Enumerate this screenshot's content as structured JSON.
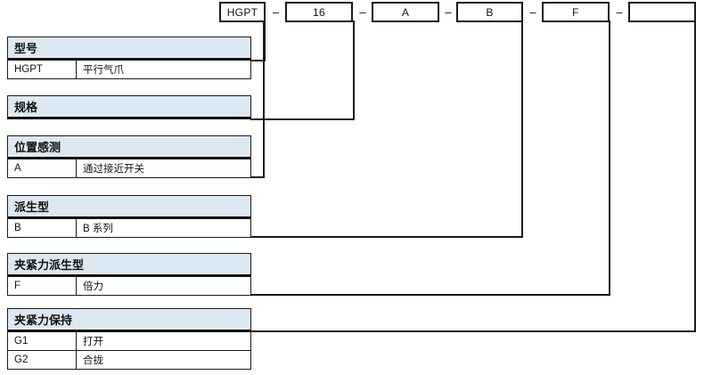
{
  "diagram": {
    "title": "HGPT model number configuration chart",
    "accent_header_color": "#dce9f2",
    "line_color": "#1a1a1a",
    "separator": "–"
  },
  "code_string": {
    "segments": [
      {
        "name": "model",
        "value": "HGPT"
      },
      {
        "name": "size",
        "value": "16"
      },
      {
        "name": "position-sensing",
        "value": "A"
      },
      {
        "name": "derivative",
        "value": "B"
      },
      {
        "name": "clamp-force-type",
        "value": "F"
      },
      {
        "name": "clamp-force-retain",
        "value": ""
      }
    ]
  },
  "tables": [
    {
      "key": "model",
      "header": "型号",
      "rows": [
        {
          "code": "HGPT",
          "desc": "平行气爪"
        }
      ]
    },
    {
      "key": "size",
      "header": "规格",
      "rows": []
    },
    {
      "key": "position-sensing",
      "header": "位置感测",
      "rows": [
        {
          "code": "A",
          "desc": "通过接近开关"
        }
      ]
    },
    {
      "key": "derivative",
      "header": "派生型",
      "rows": [
        {
          "code": "B",
          "desc": "B 系列"
        }
      ]
    },
    {
      "key": "clamp-force-type",
      "header": "夹紧力派生型",
      "rows": [
        {
          "code": "F",
          "desc": "倍力"
        }
      ]
    },
    {
      "key": "clamp-force-retain",
      "header": "夹紧力保持",
      "rows": [
        {
          "code": "G1",
          "desc": "打开"
        },
        {
          "code": "G2",
          "desc": "合拢"
        }
      ]
    }
  ]
}
